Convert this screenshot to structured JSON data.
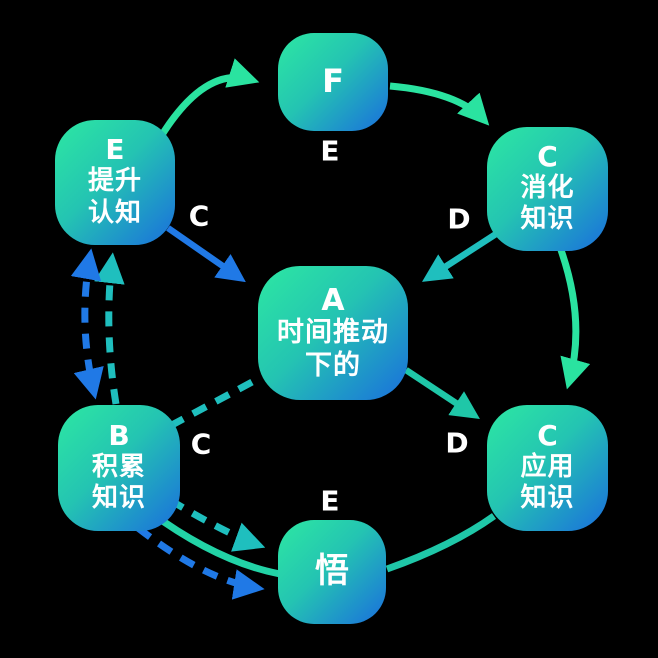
{
  "diagram": {
    "background": "#000000",
    "colors": {
      "node_gradient_start": "#2DE8A2",
      "node_gradient_end": "#1A6EDD",
      "arc_green": "#2AE3A0",
      "arrow_teal": "#1FBFBE",
      "arrow_teal_green": "#1FC7A8",
      "arrow_blue": "#2079E6",
      "text": "#FFFFFF"
    },
    "nodes": {
      "f": {
        "letter": "F",
        "line1": "",
        "line2": ""
      },
      "e": {
        "letter": "E",
        "line1": "提升",
        "line2": "认知"
      },
      "c1": {
        "letter": "C",
        "line1": "消化",
        "line2": "知识"
      },
      "a": {
        "letter": "A",
        "line1": "时间推动",
        "line2": "下的"
      },
      "b": {
        "letter": "B",
        "line1": "积累",
        "line2": "知识"
      },
      "c2": {
        "letter": "C",
        "line1": "应用",
        "line2": "知识"
      },
      "wu": {
        "letter": "悟",
        "line1": "",
        "line2": ""
      }
    },
    "edge_labels": {
      "below_f": "E",
      "e_to_a": "C",
      "c1_to_a": "D",
      "b_to_a": "C",
      "a_to_c2": "D",
      "above_wu": "E"
    }
  }
}
